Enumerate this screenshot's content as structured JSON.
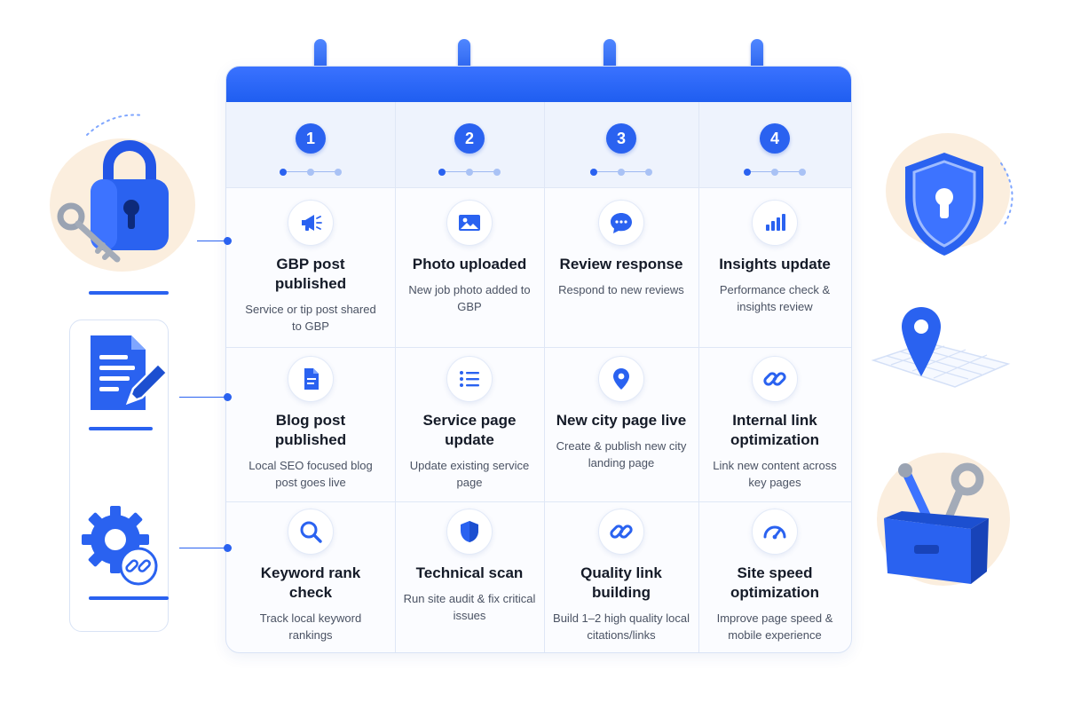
{
  "weeks": [
    {
      "number": "1"
    },
    {
      "number": "2"
    },
    {
      "number": "3"
    },
    {
      "number": "4"
    }
  ],
  "rows": [
    {
      "tasks": [
        {
          "icon": "megaphone-icon",
          "title": "GBP post published",
          "desc": "Service or tip post shared to GBP"
        },
        {
          "icon": "image-icon",
          "title": "Photo uploaded",
          "desc": "New job photo added to GBP"
        },
        {
          "icon": "chat-bubble-icon",
          "title": "Review response",
          "desc": "Respond to new reviews"
        },
        {
          "icon": "bar-chart-icon",
          "title": "Insights update",
          "desc": "Performance check & insights review"
        }
      ]
    },
    {
      "tasks": [
        {
          "icon": "document-icon",
          "title": "Blog post published",
          "desc": "Local SEO focused blog post goes live"
        },
        {
          "icon": "list-icon",
          "title": "Service page update",
          "desc": "Update existing service page"
        },
        {
          "icon": "map-pin-icon",
          "title": "New city page live",
          "desc": "Create & publish new city landing page"
        },
        {
          "icon": "link-icon",
          "title": "Internal link optimization",
          "desc": "Link new content across key pages"
        }
      ]
    },
    {
      "tasks": [
        {
          "icon": "magnifier-icon",
          "title": "Keyword rank check",
          "desc": "Track local keyword rankings"
        },
        {
          "icon": "shield-icon",
          "title": "Technical scan",
          "desc": "Run site audit & fix critical issues"
        },
        {
          "icon": "link-icon",
          "title": "Quality link building",
          "desc": "Build 1–2 high quality local citations/links"
        },
        {
          "icon": "speedometer-icon",
          "title": "Site speed optimization",
          "desc": "Improve page speed & mobile experience"
        }
      ]
    }
  ],
  "side_icons": {
    "left": [
      "padlock-key-icon",
      "document-pencil-icon",
      "gear-link-icon"
    ],
    "right": [
      "shield-keyhole-icon",
      "map-pin-grid-icon",
      "toolbox-icon"
    ]
  },
  "colors": {
    "accent": "#2a62f0",
    "accent_light": "#a9c2f5",
    "header_bg": "#eef3fd",
    "border": "#d9e3f5",
    "peach": "#fbeede"
  }
}
